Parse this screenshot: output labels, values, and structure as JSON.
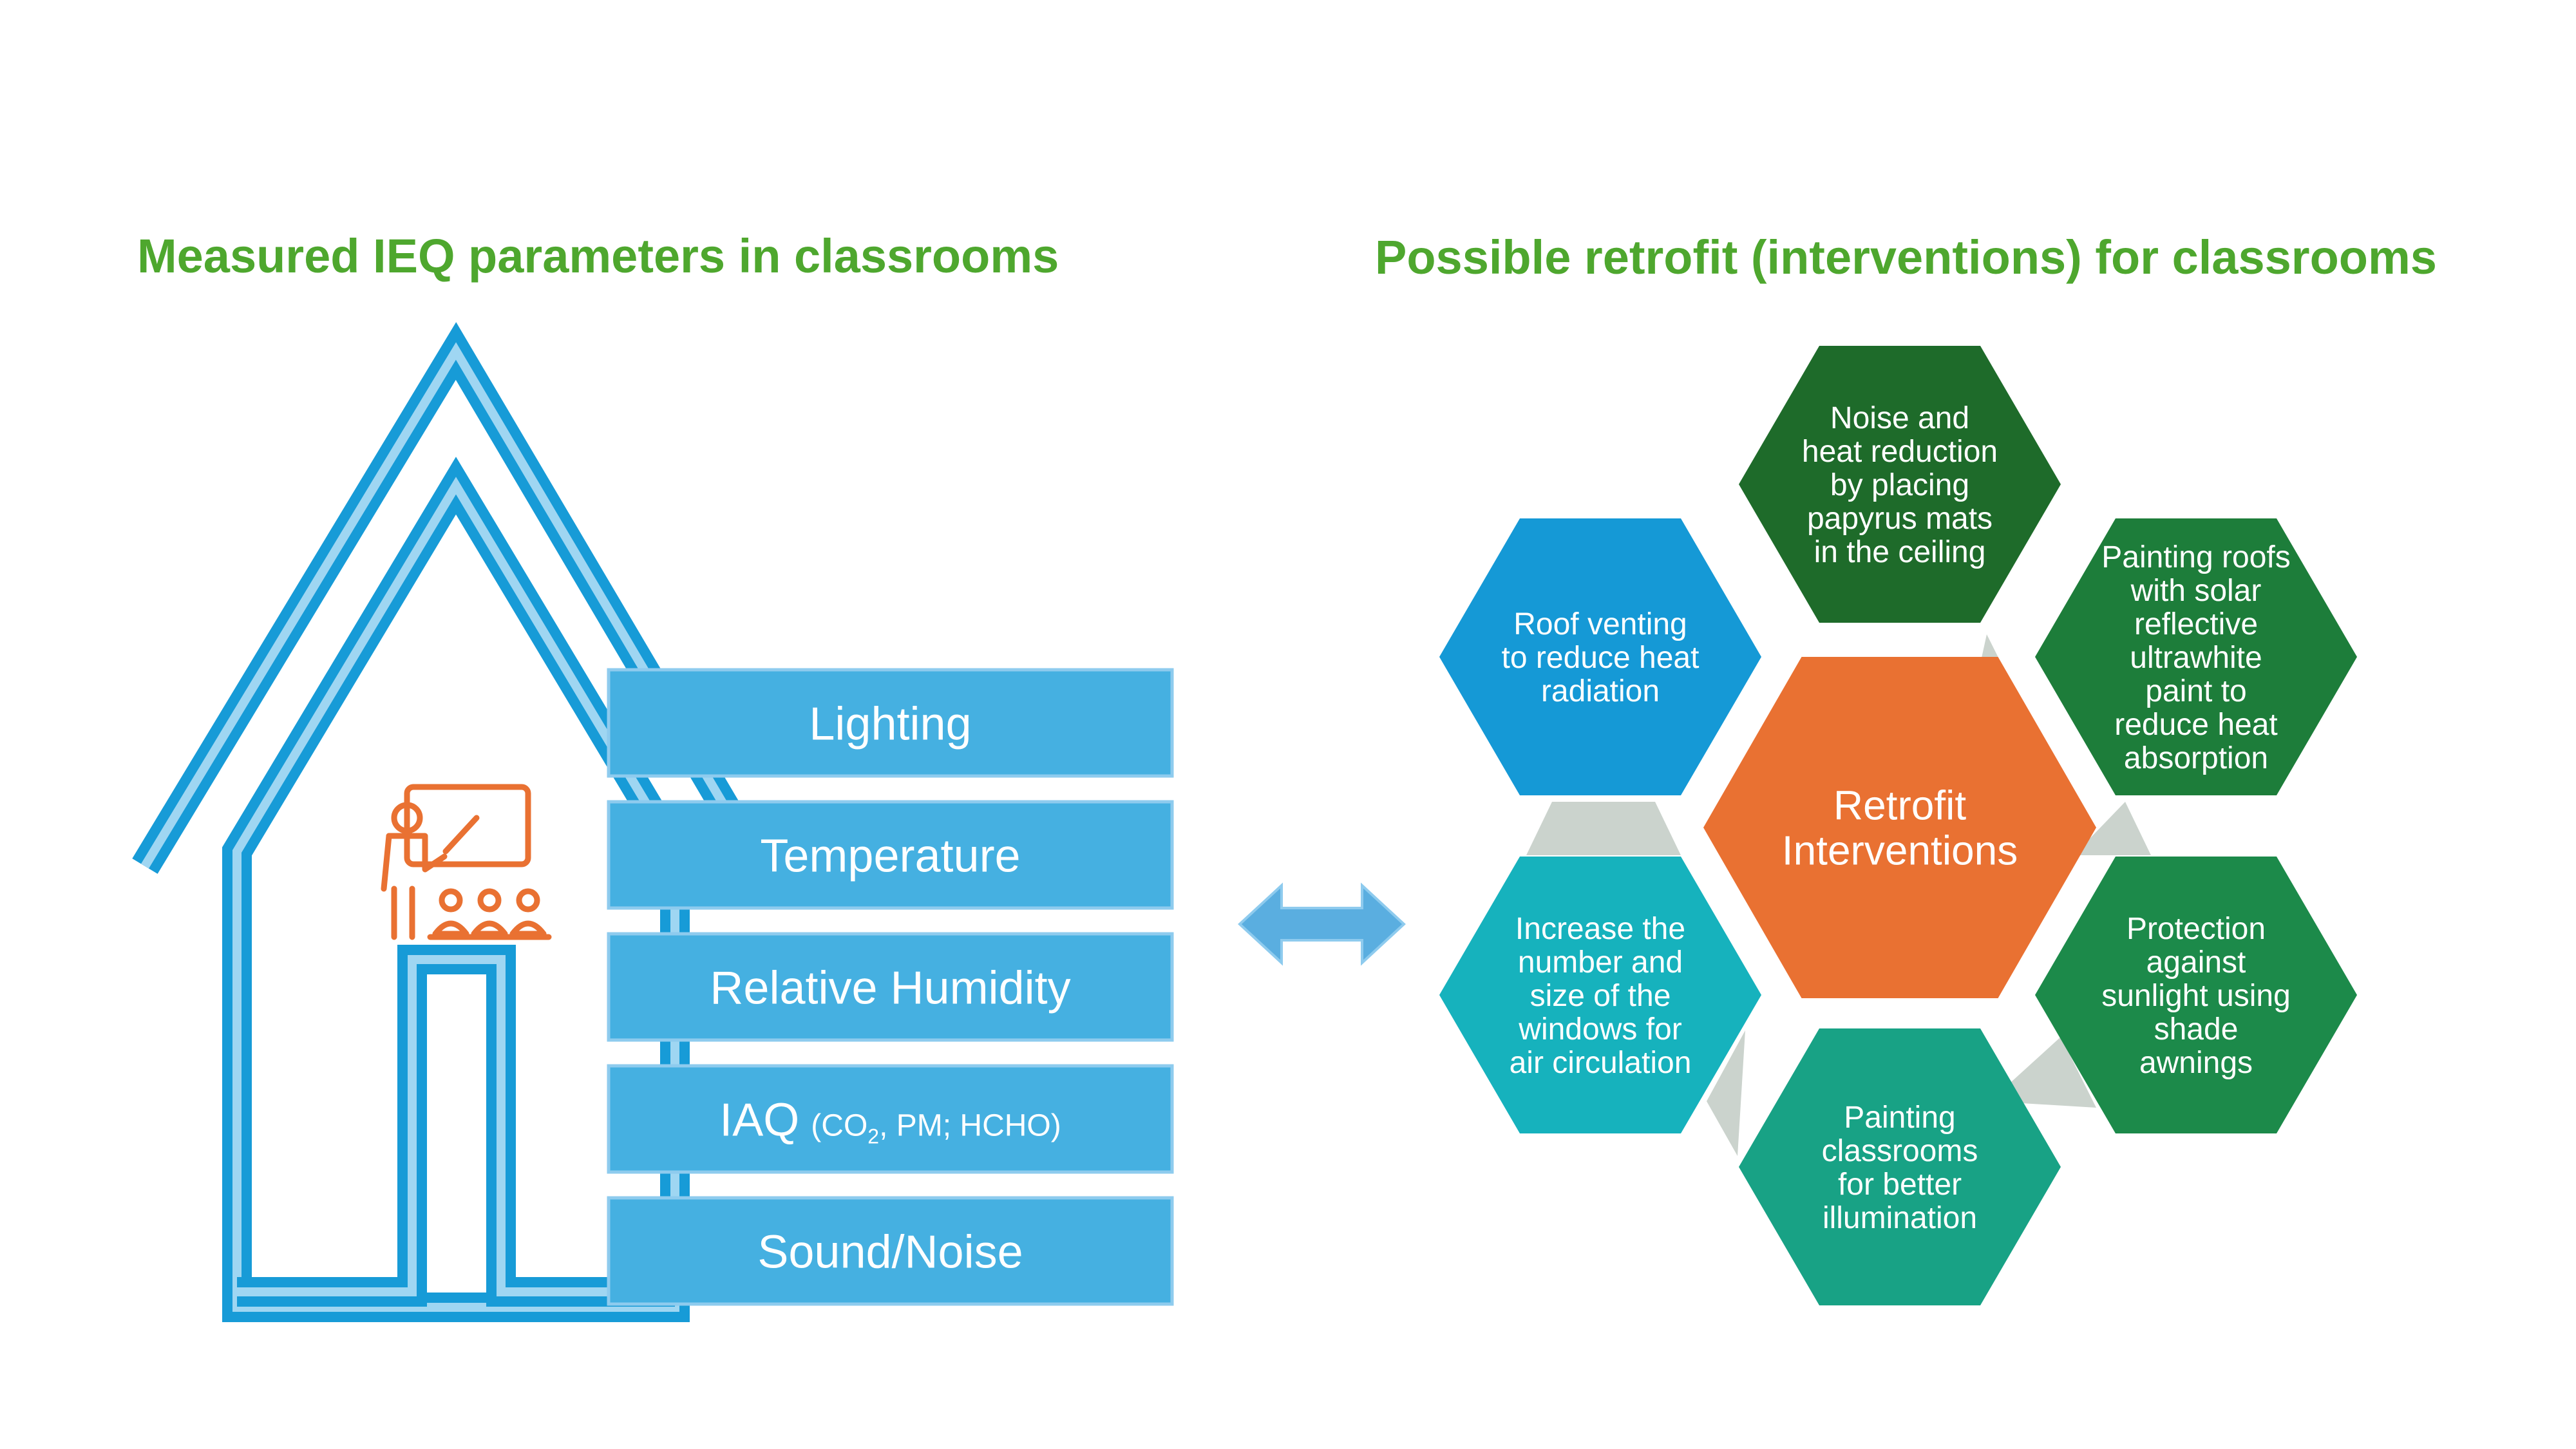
{
  "left_title": "Measured IEQ parameters in classrooms",
  "right_title": "Possible retrofit (interventions) for classrooms",
  "parameters": [
    {
      "label": "Lighting"
    },
    {
      "label": "Temperature"
    },
    {
      "label": "Relative Humidity"
    },
    {
      "label": "IAQ",
      "detail_prefix": "(CO",
      "detail_sub": "2",
      "detail_suffix": ", PM; HCHO)"
    },
    {
      "label": "Sound/Noise"
    }
  ],
  "center": {
    "lines": [
      "Retrofit",
      "Interventions"
    ],
    "color": "#e97132"
  },
  "interventions": [
    {
      "lines": [
        "Noise and",
        "heat reduction",
        "by placing",
        "papyrus mats",
        "in the ceiling"
      ],
      "color": "#1e6b2a"
    },
    {
      "lines": [
        "Painting roofs",
        "with solar",
        "reflective",
        "ultrawhite",
        "paint to",
        "reduce heat",
        "absorption"
      ],
      "color": "#1d7d3a"
    },
    {
      "lines": [
        "Protection",
        "against",
        "sunlight using",
        "shade",
        "awnings"
      ],
      "color": "#1c8a4a"
    },
    {
      "lines": [
        "Painting",
        "classrooms",
        "for better",
        "illumination"
      ],
      "color": "#18a285"
    },
    {
      "lines": [
        "Increase the",
        "number and",
        "size of the",
        "windows  for",
        "air circulation"
      ],
      "color": "#16b2bd"
    },
    {
      "lines": [
        "Roof venting",
        "to reduce heat",
        "radiation"
      ],
      "color": "#1599d6"
    }
  ],
  "colors": {
    "title_green": "#4ea72e",
    "house_blue": "#179bd7",
    "house_light": "#9fd6f2",
    "box_blue": "#45b0e1",
    "box_border": "#8ecbee",
    "teacher_orange": "#e97132",
    "connector_gray": "#cbd3cd",
    "arrow_blue": "#5aaee0"
  },
  "icons": [
    "house-outline-icon",
    "teacher-classroom-icon",
    "double-arrow-icon"
  ]
}
